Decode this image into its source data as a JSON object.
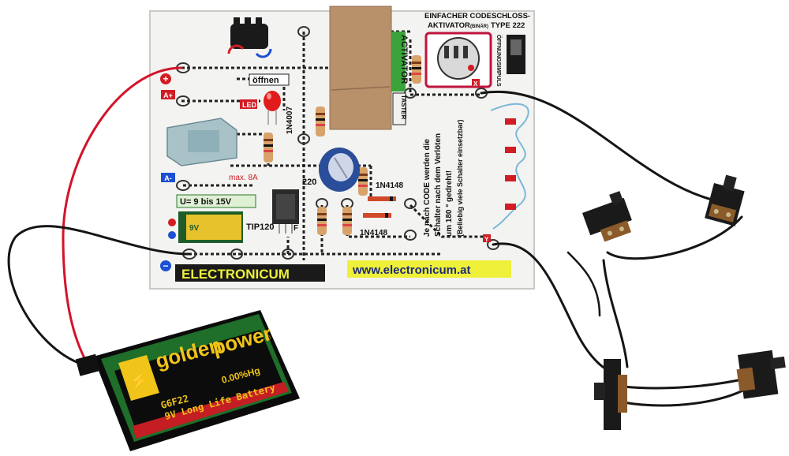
{
  "board": {
    "title_line1": "EINFACHER CODESCHLOSS-",
    "title_line2": "AKTIVATOR",
    "title_binary": "(BINÄR)",
    "title_type": "TYPE  222",
    "impulse_label": "ÖFFNUNGSIMPULS",
    "activator_label": "ACTIVATOR",
    "taster_label": "TASTER",
    "oeffnen_label": "öffnen",
    "led_label": "LED",
    "diode_1n4007": "1N4007",
    "diode_1n4148_a": "1N4148",
    "diode_1n4148_b": "1N4148",
    "cap_label": "220",
    "transistor_label": "TIP120",
    "transistor_f": "F",
    "voltage_label": "U= 9 bis 15V",
    "max_label": "max. 8A",
    "a_plus": "A+",
    "a_minus": "A-",
    "plus_sign": "+",
    "minus_sign": "−",
    "x_label": "X",
    "y_label": "Y",
    "brand_label": "ELECTRONICUM",
    "url_label": "www.electronicum.at",
    "note_line1": "Je nach CODE werden die",
    "note_line2": "Schalter nach dem Verlöten",
    "note_line3": "um 180 ° gedreht!",
    "note_line4": "(Beliebig viele Schalter einsetzbar)",
    "mini_battery": "9V"
  },
  "battery": {
    "brand_line1": "golden",
    "brand_line2": "power",
    "registered": "®",
    "mercury": "0.00%Hg",
    "model": "G6F22",
    "description": "9V Long Life Battery"
  },
  "colors": {
    "red_wire": "#d2142a",
    "black_wire": "#151515",
    "board_bg": "#f4f4f2",
    "battery_green": "#1f6e2a",
    "battery_gold": "#f0c418",
    "battery_red": "#c41e24",
    "url_yellow": "#eef03a",
    "brand_bar": "#1a1a1a"
  }
}
